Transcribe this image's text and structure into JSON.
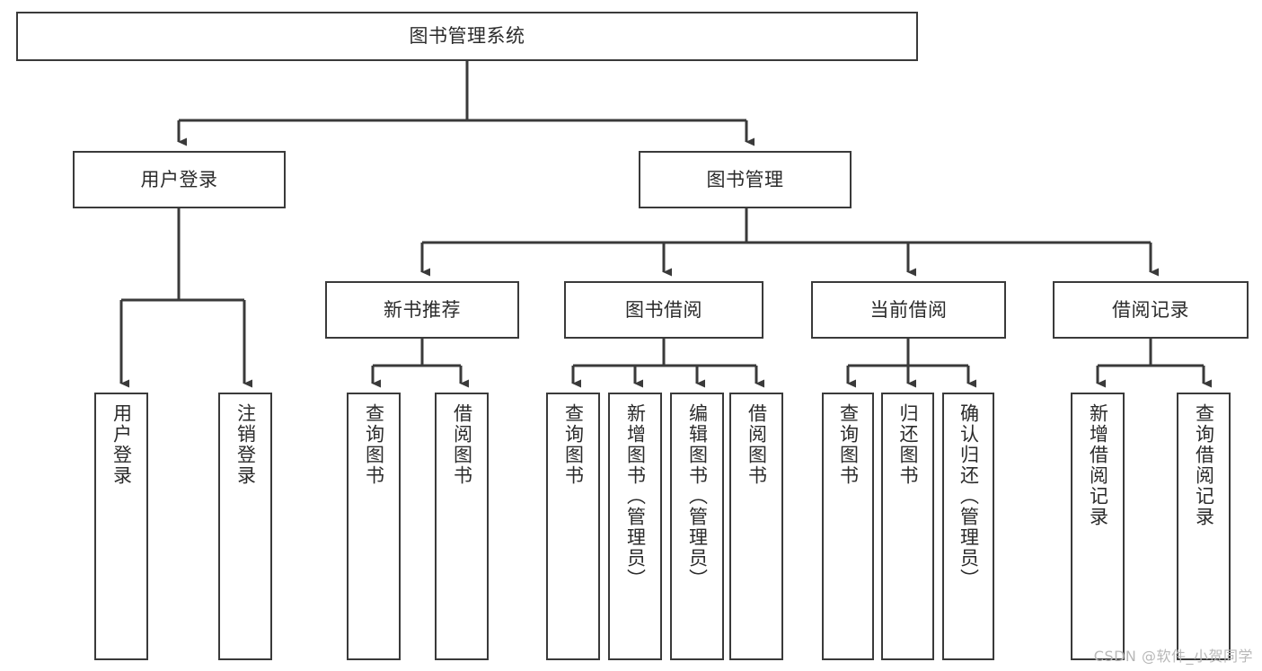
{
  "diagram": {
    "type": "tree",
    "title": "图书管理系统",
    "watermark": "CSDN @软件_小贺同学",
    "colors": {
      "stroke": "#3a3a3a",
      "fill": "#ffffff",
      "text": "#2b2b2b",
      "watermark": "#b8b8b8"
    },
    "nodes": {
      "root": {
        "label": "图书管理系统"
      },
      "level2": [
        {
          "id": "user-login",
          "label": "用户登录"
        },
        {
          "id": "book-management",
          "label": "图书管理"
        }
      ],
      "level3": [
        {
          "id": "new-book-recommend",
          "label": "新书推荐"
        },
        {
          "id": "book-borrow",
          "label": "图书借阅"
        },
        {
          "id": "current-borrow",
          "label": "当前借阅"
        },
        {
          "id": "borrow-record",
          "label": "借阅记录"
        }
      ],
      "leaves": {
        "user_login": [
          {
            "id": "leaf-user-login",
            "label": "用户登录"
          },
          {
            "id": "leaf-logout-login",
            "label": "注销登录"
          }
        ],
        "new_book_recommend": [
          {
            "id": "leaf-query-book-1",
            "label": "查询图书"
          },
          {
            "id": "leaf-borrow-book-1",
            "label": "借阅图书"
          }
        ],
        "book_borrow": [
          {
            "id": "leaf-query-book-2",
            "label": "查询图书"
          },
          {
            "id": "leaf-add-book",
            "label": "新增图书（管理员）"
          },
          {
            "id": "leaf-edit-book",
            "label": "编辑图书（管理员）"
          },
          {
            "id": "leaf-borrow-book-2",
            "label": "借阅图书"
          }
        ],
        "current_borrow": [
          {
            "id": "leaf-query-book-3",
            "label": "查询图书"
          },
          {
            "id": "leaf-return-book",
            "label": "归还图书"
          },
          {
            "id": "leaf-confirm-return",
            "label": "确认归还（管理员）"
          }
        ],
        "borrow_record": [
          {
            "id": "leaf-add-borrow-record",
            "label": "新增借阅记录"
          },
          {
            "id": "leaf-query-borrow-record",
            "label": "查询借阅记录"
          }
        ]
      }
    }
  }
}
